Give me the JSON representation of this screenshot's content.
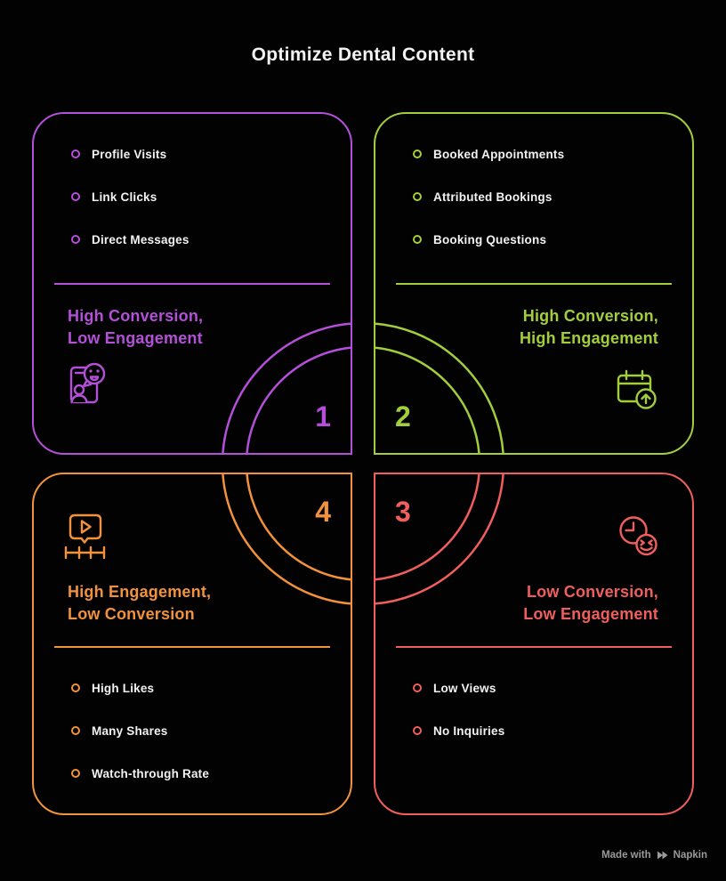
{
  "title": "Optimize Dental Content",
  "colors": {
    "background": "#020202",
    "text": "#f2f2f2",
    "muted": "#9a9a9a",
    "purple": "#b44fd9",
    "green": "#a3ce3b",
    "orange": "#f2923d",
    "red": "#f15e5e"
  },
  "quadrants": [
    {
      "number": "1",
      "position": "top-left",
      "accent_color": "#b44fd9",
      "heading": [
        "High Conversion,",
        "Low Engagement"
      ],
      "bullets": [
        "Profile Visits",
        "Link Clicks",
        "Direct Messages"
      ],
      "icon": "profile-chat-icon"
    },
    {
      "number": "2",
      "position": "top-right",
      "accent_color": "#a3ce3b",
      "heading": [
        "High Conversion,",
        "High Engagement"
      ],
      "bullets": [
        "Booked Appointments",
        "Attributed Bookings",
        "Booking Questions"
      ],
      "icon": "calendar-up-icon"
    },
    {
      "number": "3",
      "position": "bottom-right",
      "accent_color": "#f15e5e",
      "heading": [
        "Low Conversion,",
        "Low Engagement"
      ],
      "bullets": [
        "Low Views",
        "No Inquiries"
      ],
      "icon": "clock-smile-icon"
    },
    {
      "number": "4",
      "position": "bottom-left",
      "accent_color": "#f2923d",
      "heading": [
        "High Engagement,",
        "Low Conversion"
      ],
      "bullets": [
        "High Likes",
        "Many Shares",
        "Watch-through Rate"
      ],
      "icon": "video-bubble-icon"
    }
  ],
  "footer": {
    "made_with": "Made with",
    "brand": "Napkin"
  }
}
